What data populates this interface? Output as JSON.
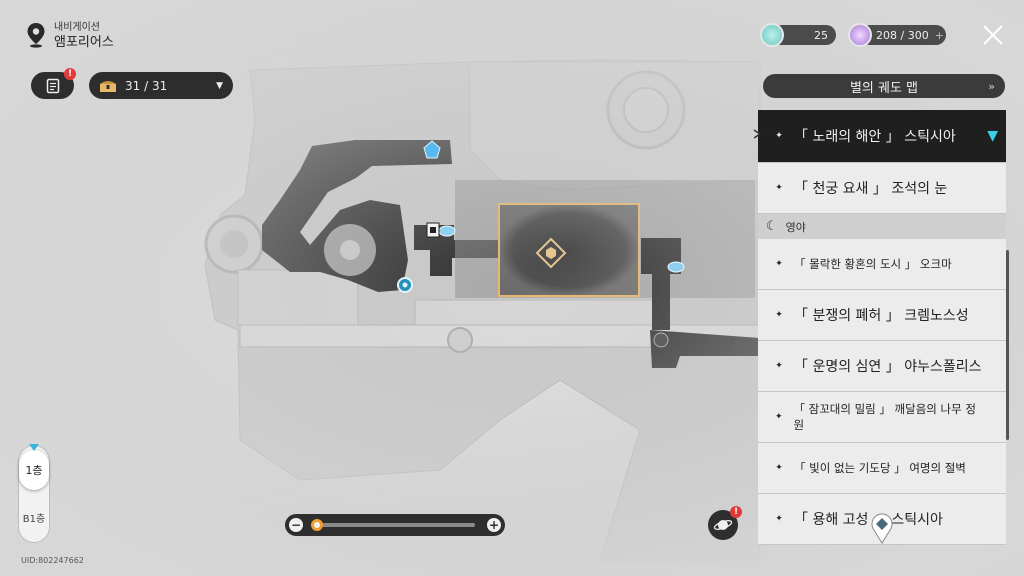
{
  "header": {
    "subtitle": "내비게이션",
    "title": "앰포리어스"
  },
  "toolbar": {
    "mission_badge": "!",
    "chest_count": "31 / 31"
  },
  "currency": {
    "fuel": "25",
    "power": "208 / 300",
    "power_add": "+"
  },
  "panel": {
    "title": "별의 궤도 맵",
    "items": [
      {
        "label": "「 노래의 해안 」 스틱시아",
        "selected": true
      },
      {
        "label": "「 천궁 요새 」 조석의 눈"
      }
    ],
    "section_label": "영야",
    "items2": [
      {
        "label": "「 몰락한 황혼의 도시 」 오크마"
      },
      {
        "label": "「 분쟁의 폐허 」 크렘노스성"
      },
      {
        "label": "「 운명의 심연 」 야누스폴리스"
      },
      {
        "label": "「 잠꼬대의 밀림 」 깨달음의 나무 정원"
      },
      {
        "label": "「 빛이 없는 기도당 」 여명의 절벽"
      },
      {
        "label": "「 용해 고성 」 스틱시아"
      }
    ]
  },
  "floor": {
    "active": "1층",
    "other": "B1층"
  },
  "zoom": {
    "minus": "−",
    "plus": "+",
    "level": 0.0
  },
  "planet_badge": "!",
  "uid": "UID:802247662",
  "colors": {
    "accent_cyan": "#3ad0e8",
    "accent_gold": "#e8b86a",
    "alert_red": "#e23a3a",
    "dark_ui": "#2d2d2d"
  },
  "icons": {
    "header": "map-pin-icon",
    "mission": "mission-list-icon",
    "chest": "treasure-chest-icon",
    "close": "close-icon",
    "section": "crescent-moon-icon",
    "planet": "planet-icon"
  }
}
